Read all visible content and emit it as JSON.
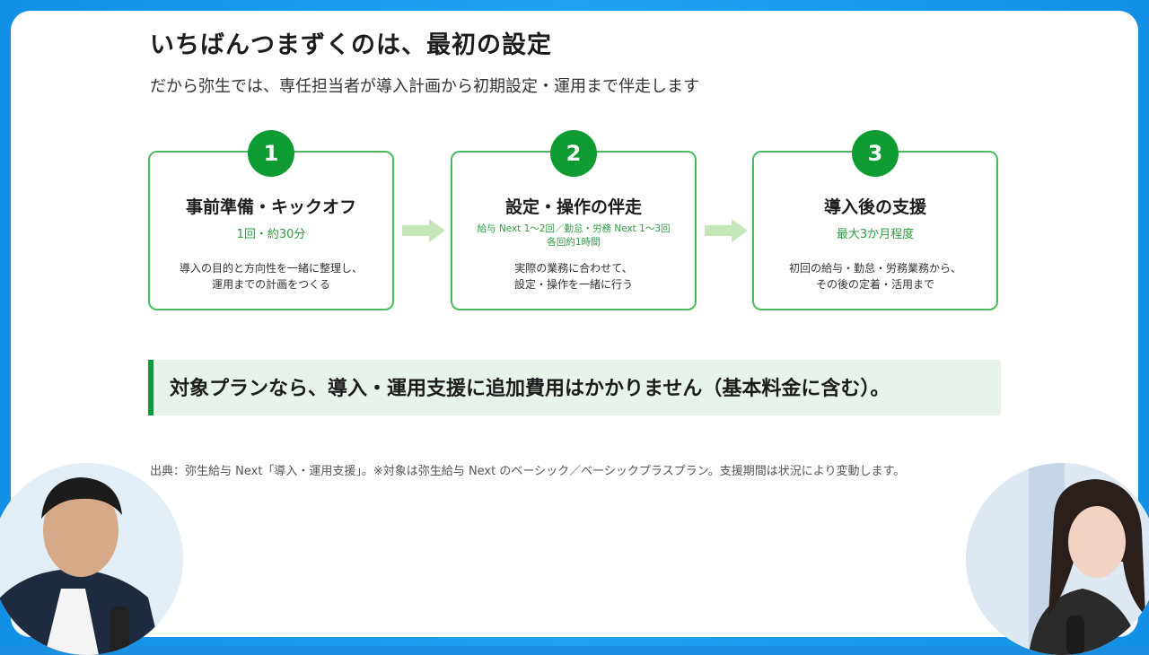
{
  "slide": {
    "title": "いちばんつまずくのは、最初の設定",
    "subtitle": "だから弥生では、専任担当者が導入計画から初期設定・運用まで伴走します",
    "steps": [
      {
        "number": "1",
        "title": "事前準備・キックオフ",
        "meta": [
          "1回・約30分"
        ],
        "desc": [
          "導入の目的と方向性を一緒に整理し、",
          "運用までの計画をつくる"
        ]
      },
      {
        "number": "2",
        "title": "設定・操作の伴走",
        "meta": [
          "給与 Next 1～2回／勤怠・労務 Next 1～3回",
          "各回約1時間"
        ],
        "desc": [
          "実際の業務に合わせて、",
          "設定・操作を一緒に行う"
        ]
      },
      {
        "number": "3",
        "title": "導入後の支援",
        "meta": [
          "最大3か月程度"
        ],
        "desc": [
          "初回の給与・勤怠・労務業務から、",
          "その後の定着・活用まで"
        ]
      }
    ],
    "notice": "対象プランなら、導入・運用支援に追加費用はかかりません（基本料金に含む）。",
    "source": "出典：弥生給与 Next「導入・運用支援」。※対象は弥生給与 Next のベーシック／ベーシックプラスプラン。支援期間は状況により変動します。"
  },
  "colors": {
    "accent_green": "#0d9b32",
    "border_green": "#4cbb5e",
    "arrow_green": "#c5e6b9",
    "notice_bg": "#e8f4e9",
    "frame_blue": "#1290e6"
  }
}
